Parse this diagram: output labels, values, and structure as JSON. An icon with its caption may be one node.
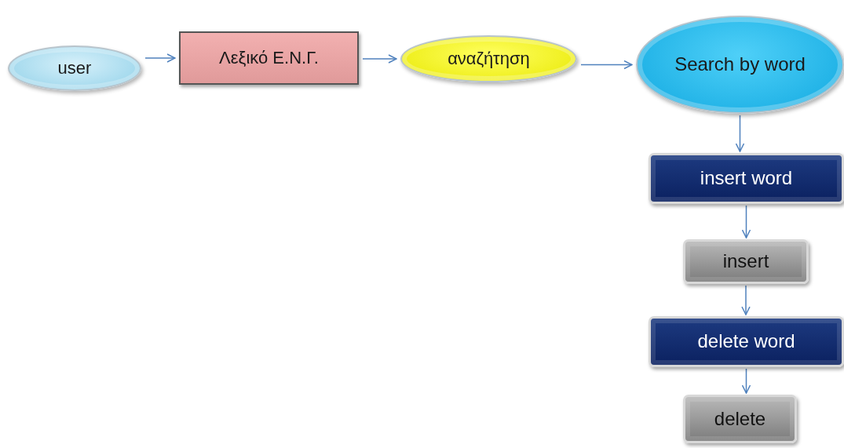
{
  "diagram": {
    "nodes": [
      {
        "text": [
          "user"
        ]
      },
      {
        "text": [
          "Λεξικό Ε.Ν.Γ."
        ]
      },
      {
        "text": [
          "αναζήτηση"
        ]
      },
      {
        "text": [
          "Search by word"
        ]
      },
      {
        "text": [
          "insert word"
        ]
      },
      {
        "text": [
          "insert"
        ]
      },
      {
        "text": [
          "delete word"
        ]
      },
      {
        "text": [
          "delete"
        ]
      }
    ],
    "edges": [
      {
        "from": 0,
        "to": 1,
        "arrow": "to"
      },
      {
        "from": 1,
        "to": 2,
        "arrow": "to"
      },
      {
        "from": 2,
        "to": 3,
        "arrow": "to"
      },
      {
        "from": 3,
        "to": 4,
        "arrow": "to"
      },
      {
        "from": 4,
        "to": 5,
        "arrow": "to"
      },
      {
        "from": 5,
        "to": 6,
        "arrow": "to"
      },
      {
        "from": 6,
        "to": 7,
        "arrow": "to"
      }
    ]
  }
}
